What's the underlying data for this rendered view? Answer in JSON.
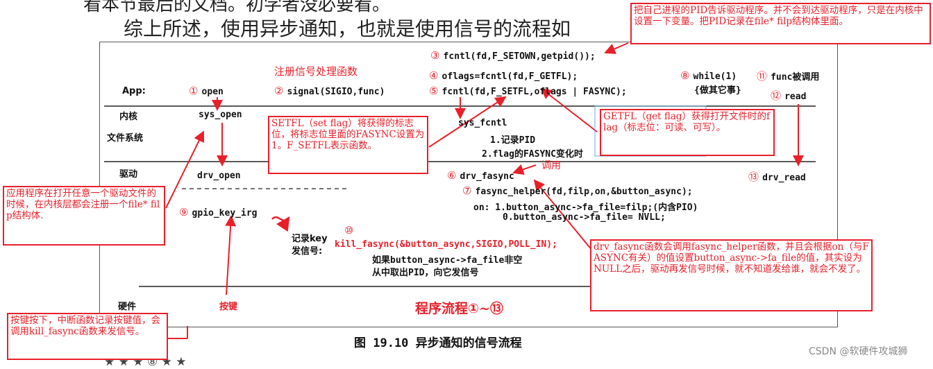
{
  "top_text": {
    "line1": "看本节最后的文档。初学者没必要看。",
    "line2": "综上所述，使用异步通知，也就是使用信号的流程如"
  },
  "layers": {
    "app": "App:",
    "kernel": "内核",
    "fs": "文件系统",
    "driver": "驱动",
    "hardware": "硬件"
  },
  "steps": {
    "n1": "①",
    "open": "open",
    "n2": "②",
    "signal": "signal(SIGIO,func)",
    "register_label": "注册信号处理函数",
    "n3": "③",
    "fcntl_setown": "fcntl(fd,F_SETOWN,getpid());",
    "n4": "④",
    "fcntl_getfl": "oflags=fcntl(fd,F_GETFL);",
    "n5": "⑤",
    "fcntl_setfl": "fcntl(fd,F_SETFL,oflags  | FASYNC);",
    "n8": "⑧",
    "while_text": "while(1)",
    "do_other": "{做其它事}",
    "n11": "⑪",
    "func_called": "func被调用",
    "n12": "⑫",
    "read": "read",
    "sys_open": "sys_open",
    "sys_fcntl": "sys_fcntl",
    "record_pid": "1.记录PID",
    "flag_change": "2.flag的FASYNC变化时",
    "call_label": "调用",
    "drv_open": "drv_open",
    "n6": "⑥",
    "drv_fasync": "drv_fasync",
    "n7": "⑦",
    "fasync_helper": "fasync_helper(fd,filp,on,&button_async);",
    "on_line": "on:  1.button_async->fa_file=filp;(内含PIO)",
    "off_line": "0.button_async->fa_file=  NVLL;",
    "n13": "⑬",
    "drv_read": "drv_read",
    "n9": "⑨",
    "gpio_key_irq": "gpio_key_irg",
    "n10": "⑩",
    "record_key": "记录key",
    "send_signal": "发信号:",
    "kill_fasync": "kill_fasync(&button_async,SIGIO,POLL_IN);",
    "if_line": "如果button_async->fa_file非空",
    "take_pid": "从中取出PID，向它发信号",
    "key_label": "按键",
    "flow_label": "程序流程①~⑬"
  },
  "notes": {
    "setown": "把自己进程的PID告诉驱动程序。并不会到达驱动程序，只是在内核中设置一下变量。把PID记录在file* filp结构体里面。",
    "setfl": "SETFL（set flag）将获得的标志位，将标志位里面的FASYNC设置为1。F_SETFL表示函数。",
    "getfl": "GETFL（get flag）获得打开文件时的flag（标志位：可读、可写）。",
    "app_open": "应用程序在打开任意一个驱动文件的时候，在内核层都会注册一个file* filp结构体.",
    "drv_fasync": "drv_fasync函数会调用fasync_helper函数，并且会根据on（与FASYNC有关）的值设置button_async->fa_file的值，其实设为NULL之后，驱动再发信号时候，就不知道发给谁，就会不发了。",
    "key_press": "按键按下，中断函数记录按键值，会调用kill_fasync函数来发信号。"
  },
  "caption": "图 19.10 异步通知的信号流程",
  "watermark": "CSDN @软硬件攻城狮",
  "bottom_text": "★ ★ ★ ⑧ ★ ★"
}
